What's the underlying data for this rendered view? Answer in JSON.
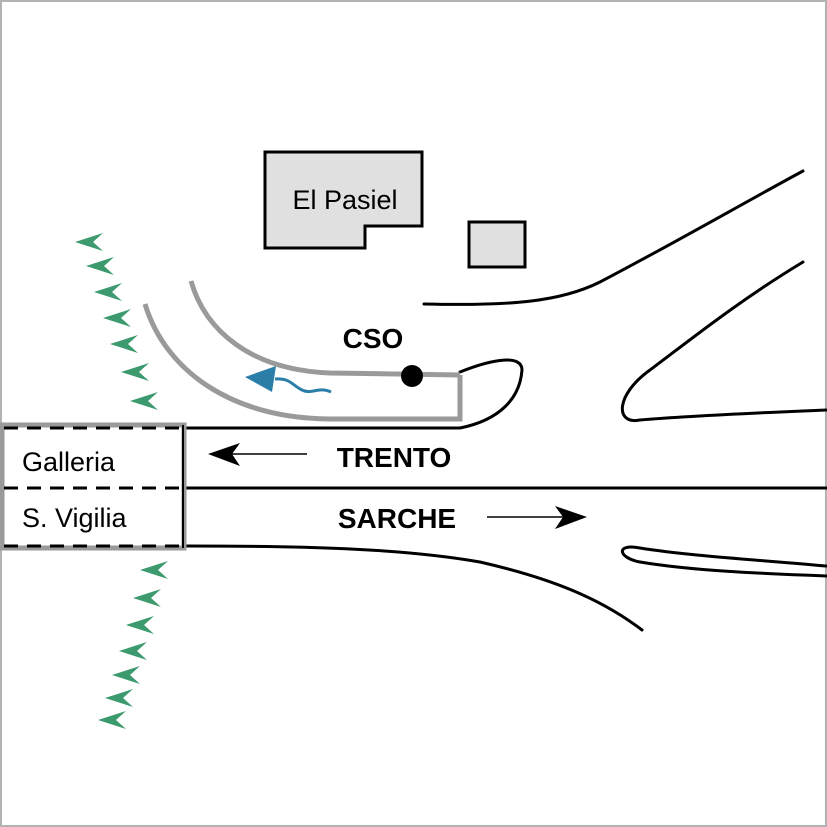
{
  "labels": {
    "building": "El Pasiel",
    "cso": "CSO",
    "direction_north": "TRENTO",
    "direction_south": "SARCHE",
    "tunnel_line1": "Galleria",
    "tunnel_line2": "S. Vigilia"
  },
  "colors": {
    "background": "#ffffff",
    "frame": "#b3b3b3",
    "road_line": "#000000",
    "structure_outline": "#9a9a9a",
    "building_fill": "#e0e0e0",
    "flow_arrow": "#2b7ea8",
    "vegetation": "#3c9a6e"
  }
}
